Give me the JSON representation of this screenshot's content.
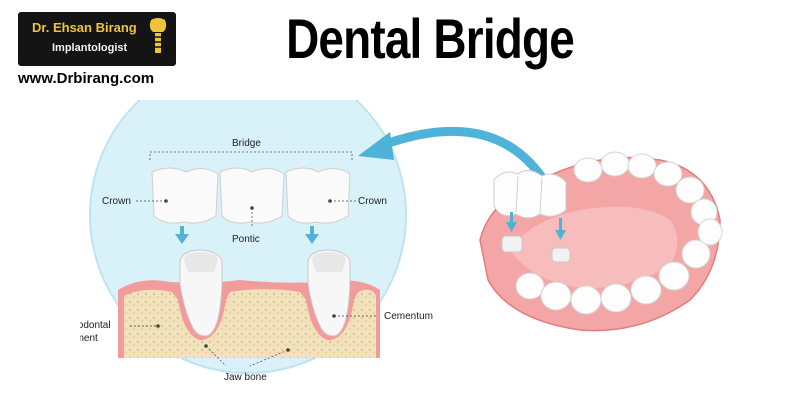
{
  "branding": {
    "name": "Dr. Ehsan Birang",
    "role": "Implantologist",
    "website": "www.Drbirang.com"
  },
  "title": "Dental Bridge",
  "diagram": {
    "labels": {
      "bridge": "Bridge",
      "crown_left": "Crown",
      "crown_right": "Crown",
      "pontic": "Pontic",
      "periodontal_1": "Periodontal",
      "periodontal_2": "ligament",
      "cementum": "Cementum",
      "jaw_bone": "Jaw bone"
    }
  },
  "colors": {
    "circle_bg": "#d9f1f8",
    "gum": "#f39a9a",
    "bone": "#f2e2bb",
    "arrow": "#4fb3d9",
    "logo_bg": "#141414",
    "logo_gold": "#f0c33c"
  },
  "icons": [
    "tooth-implant-icon",
    "curved-arrow-icon"
  ]
}
